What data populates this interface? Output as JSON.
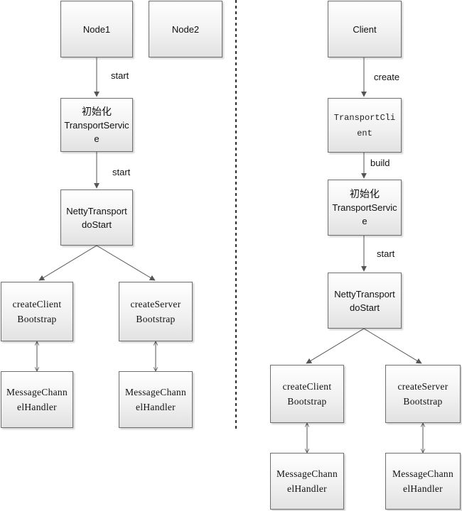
{
  "left": {
    "node1": "Node1",
    "node2": "Node2",
    "start1": "start",
    "init": [
      "初始化",
      "TransportServic",
      "e"
    ],
    "start2": "start",
    "netty": [
      "NettyTransport",
      "doStart"
    ],
    "client_bootstrap": [
      "createClient",
      "Bootstrap"
    ],
    "server_bootstrap": [
      "createServer",
      "Bootstrap"
    ],
    "handler_a": [
      "MessageChann",
      "elHandler"
    ],
    "handler_b": [
      "MessageChann",
      "elHandler"
    ]
  },
  "right": {
    "client": "Client",
    "create": "create",
    "transport_client": [
      "TransportCli",
      "ent"
    ],
    "build": "build",
    "init": [
      "初始化",
      "TransportServic",
      "e"
    ],
    "start": "start",
    "netty": [
      "NettyTransport",
      "doStart"
    ],
    "client_bootstrap": [
      "createClient",
      "Bootstrap"
    ],
    "server_bootstrap": [
      "createServer",
      "Bootstrap"
    ],
    "handler_a": [
      "MessageChann",
      "elHandler"
    ],
    "handler_b": [
      "MessageChann",
      "elHandler"
    ]
  },
  "colors": {
    "line": "#555555",
    "border": "#6e6e6e",
    "divider": "#333333"
  }
}
